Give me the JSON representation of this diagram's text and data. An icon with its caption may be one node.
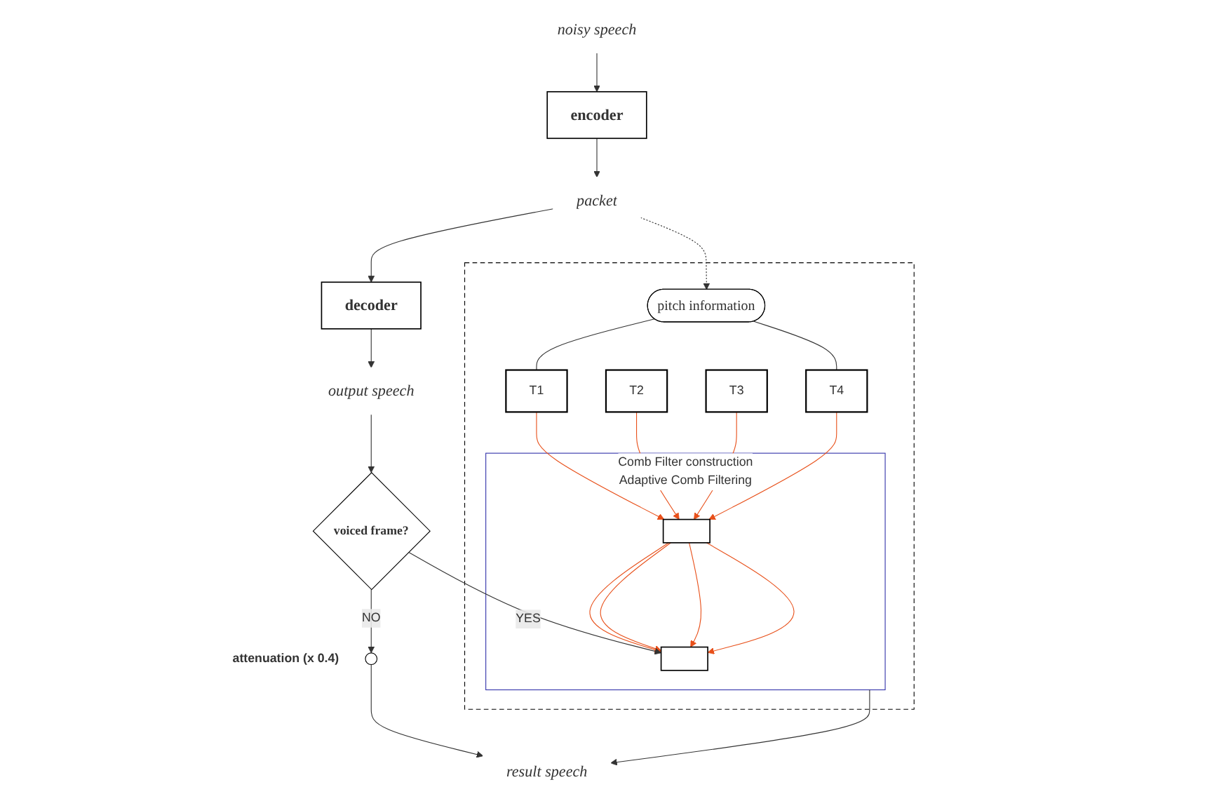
{
  "diagram": {
    "nodes": [
      {
        "text": [
          "noisy speech"
        ]
      },
      {
        "text": [
          "encoder"
        ]
      },
      {
        "text": [
          "packet"
        ]
      },
      {
        "text": [
          "decoder"
        ]
      },
      {
        "text": [
          "output speech"
        ]
      },
      {
        "text": [],
        "shape": "box"
      },
      {
        "text": [
          "pitch information"
        ],
        "in": 5
      },
      {
        "text": [
          "T1"
        ],
        "in": 5
      },
      {
        "text": [
          "T2"
        ],
        "in": 5
      },
      {
        "text": [
          "T3"
        ],
        "in": 5
      },
      {
        "text": [
          "T4"
        ],
        "in": 5
      },
      {
        "text": [
          "Comb Filter construction",
          "Adaptive Comb Filtering"
        ],
        "in": 5
      },
      {
        "text": [],
        "shape": "box",
        "in": 11
      },
      {
        "text": [],
        "shape": "box",
        "in": 11
      },
      {
        "text": [
          "voiced frame?"
        ]
      },
      {
        "text": [],
        "shape": "circle",
        "beside": [
          "attenuation (x 0.4)"
        ]
      },
      {
        "text": [
          "result speech"
        ]
      }
    ],
    "edges": [
      {
        "from": 0,
        "to": 1,
        "arrow": "to"
      },
      {
        "from": 1,
        "to": 2,
        "arrow": "to"
      },
      {
        "from": 2,
        "to": 3,
        "arrow": "to"
      },
      {
        "from": 3,
        "to": 4,
        "arrow": "to"
      },
      {
        "from": 2,
        "to": 6,
        "arrow": "to",
        "style": "dashed"
      },
      {
        "from": 6,
        "to": 7,
        "arrow": "none"
      },
      {
        "from": 6,
        "to": 10,
        "arrow": "none"
      },
      {
        "from": 4,
        "to": 14,
        "arrow": "to"
      },
      {
        "from": 7,
        "to": 12,
        "arrow": "to",
        "color": "#e8501a"
      },
      {
        "from": 8,
        "to": 12,
        "arrow": "to",
        "color": "#e8501a"
      },
      {
        "from": 9,
        "to": 12,
        "arrow": "to",
        "color": "#e8501a"
      },
      {
        "from": 10,
        "to": 12,
        "arrow": "to",
        "color": "#e8501a"
      },
      {
        "from": 12,
        "to": 13,
        "arrow": "to",
        "color": "#e8501a"
      },
      {
        "from": 12,
        "to": 13,
        "arrow": "to",
        "color": "#e8501a"
      },
      {
        "from": 12,
        "to": 13,
        "arrow": "to",
        "color": "#e8501a"
      },
      {
        "from": 12,
        "to": 13,
        "arrow": "to",
        "color": "#e8501a"
      },
      {
        "from": 14,
        "to": 13,
        "arrow": "to",
        "label": "YES"
      },
      {
        "from": 14,
        "to": 15,
        "arrow": "to",
        "label": "NO"
      },
      {
        "from": 11,
        "to": 16,
        "arrow": "to"
      },
      {
        "from": 15,
        "to": 16,
        "arrow": "to"
      }
    ]
  }
}
